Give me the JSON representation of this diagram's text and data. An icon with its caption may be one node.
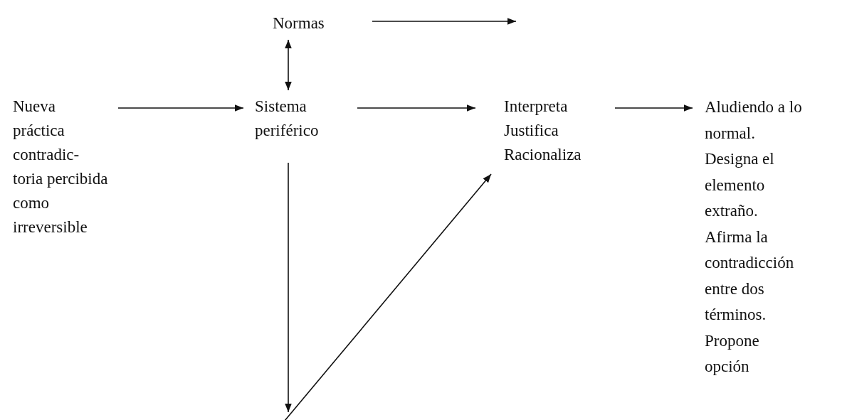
{
  "diagram": {
    "nodes": [
      {
        "text": [
          "Normas"
        ]
      },
      {
        "text": [
          "Nueva práctica contradic- toria percibida como irreversible"
        ]
      },
      {
        "text": [
          "Sistema periférico"
        ]
      },
      {
        "text": [
          "Interpreta Justifica Racionaliza"
        ]
      },
      {
        "text": [
          "Aludiendo a lo normal. Designa el elemento extraño. Afirma la contradicción entre dos términos. Propone opción"
        ]
      }
    ],
    "edges": [
      {
        "from": 0,
        "to": null,
        "arrow": "to"
      },
      {
        "from": 0,
        "to": 2,
        "arrow": "both"
      },
      {
        "from": 1,
        "to": 2,
        "arrow": "to"
      },
      {
        "from": 2,
        "to": 3,
        "arrow": "to"
      },
      {
        "from": 3,
        "to": 4,
        "arrow": "to"
      },
      {
        "from": 2,
        "to": null,
        "arrow": "to"
      },
      {
        "from": null,
        "to": 3,
        "arrow": "to"
      }
    ]
  }
}
